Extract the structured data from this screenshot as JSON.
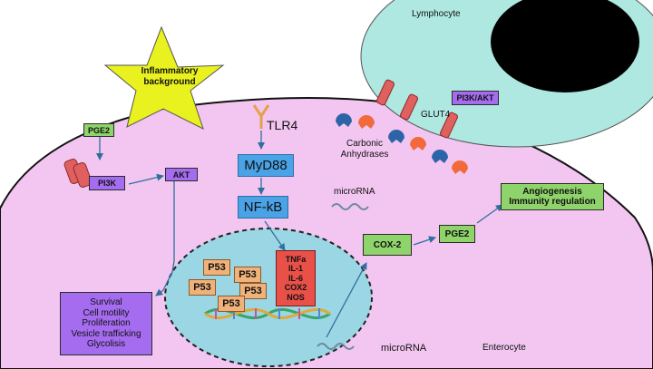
{
  "labels": {
    "lymphocyte": "Lymphocyte",
    "inflammatory": [
      "Inflammatory",
      "background"
    ],
    "tlr4": "TLR4",
    "glut4": "GLUT4",
    "carbonic": [
      "Carbonic",
      "Anhydrases"
    ],
    "microrna_top": "microRNA",
    "microrna_bottom": "microRNA",
    "enterocyte": "Enterocyte"
  },
  "boxes": {
    "pge2_left": "PGE2",
    "pi3k": "PI3K",
    "akt": "AKT",
    "pi3k_akt": "PI3K/AKT",
    "myd88": "MyD88",
    "nfkb": "NF-kB",
    "cox2": "COX-2",
    "pge2_right": "PGE2",
    "angiogenesis": [
      "Angiogenesis",
      "Immunity regulation"
    ],
    "cytokines": [
      "TNFa",
      "IL-1",
      "IL-6",
      "COX2",
      "NOS"
    ],
    "p53": [
      "P53",
      "P53",
      "P53",
      "P53",
      "P53"
    ],
    "outcomes": [
      "Survival",
      "Cell motility",
      "Proliferation",
      "Vesicle trafficking",
      "Glycolisis"
    ]
  },
  "colors": {
    "cell": "#f2c6f0",
    "lymphocyte": "#aee8e1",
    "nucleus": "#9ad6e3",
    "star": "#e9f21f",
    "receptor": "#e0605f",
    "anhydrase_blue": "#2d64a8",
    "anhydrase_orange": "#f26a3c",
    "arrow": "#2f6f9e"
  }
}
